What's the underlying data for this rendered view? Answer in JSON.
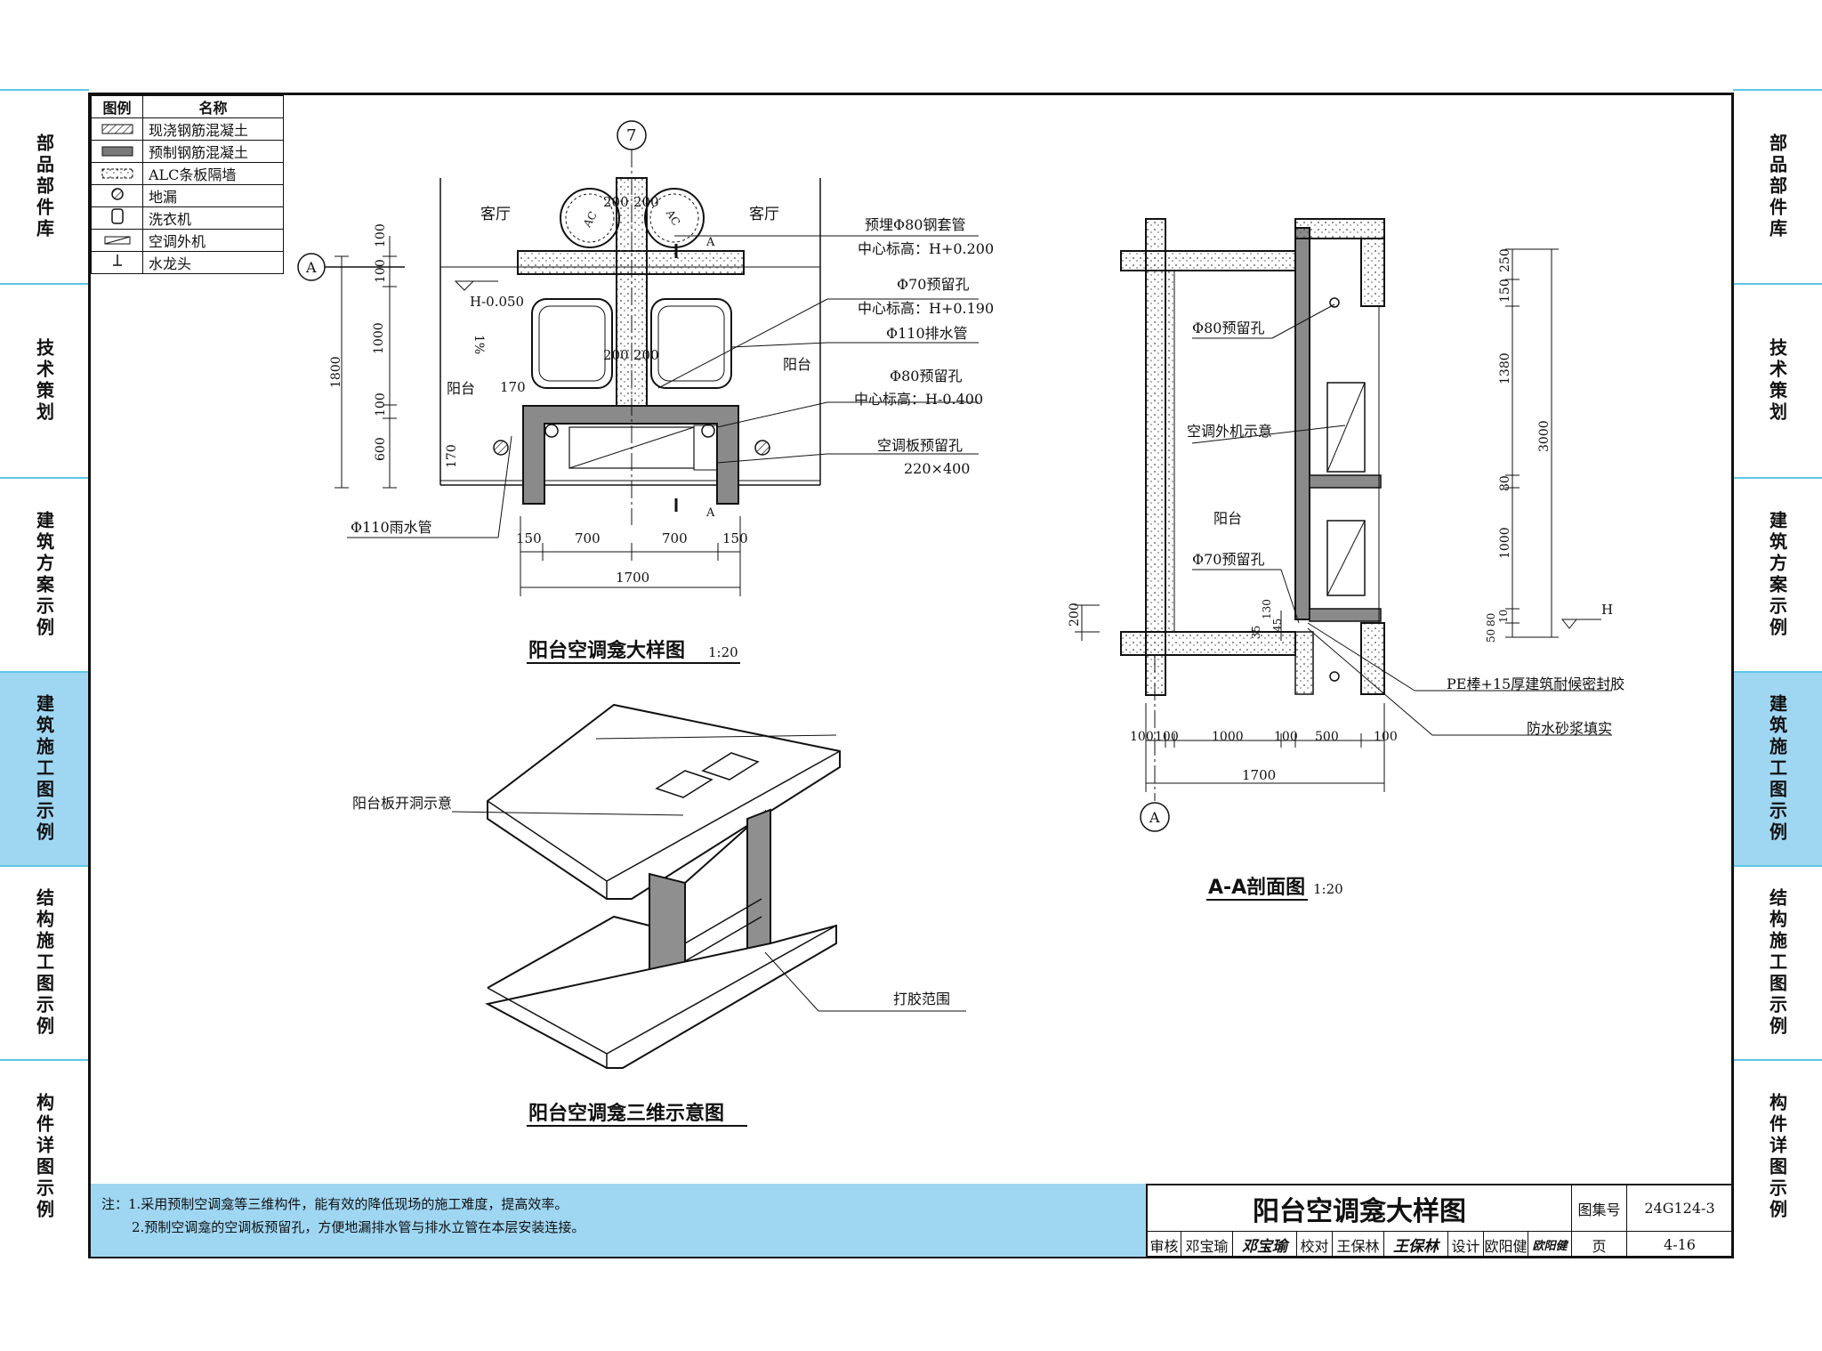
{
  "sidebar": {
    "tabs": [
      {
        "label": "部品部件库",
        "active": false
      },
      {
        "label": "技术策划",
        "active": false
      },
      {
        "label": "建筑方案示例",
        "active": false
      },
      {
        "label": "建筑施工图示例",
        "active": true
      },
      {
        "label": "结构施工图示例",
        "active": false
      },
      {
        "label": "构件详图示例",
        "active": false
      }
    ],
    "accent": "#9fd7f3",
    "divider": "#5ec6e6"
  },
  "legend": {
    "header_symbol": "图例",
    "header_name": "名称",
    "items": [
      {
        "icon": "hatch-cast-concrete-icon",
        "label": "现浇钢筋混凝土"
      },
      {
        "icon": "hatch-precast-concrete-icon",
        "label": "预制钢筋混凝土"
      },
      {
        "icon": "alc-wall-icon",
        "label": "ALC条板隔墙"
      },
      {
        "icon": "floor-drain-icon",
        "label": "地漏"
      },
      {
        "icon": "washing-machine-icon",
        "label": "洗衣机"
      },
      {
        "icon": "ac-unit-icon",
        "label": "空调外机"
      },
      {
        "icon": "faucet-icon",
        "label": "水龙头"
      }
    ]
  },
  "plan": {
    "title": "阳台空调龛大样图",
    "scale": "1:20",
    "axis_label": "7",
    "section_mark": "A",
    "room_left": "客厅",
    "room_right": "客厅",
    "balcony_left": "阳台",
    "balcony_right": "阳台",
    "ac_left": "AC",
    "ac_right": "AC",
    "level_mark": "H-0.050",
    "slope": "1%",
    "dim_top": [
      "200",
      "200"
    ],
    "dim_mid": [
      "200",
      "200"
    ],
    "dim_bottom": [
      "150",
      "700",
      "700",
      "150"
    ],
    "dim_total": "1700",
    "dim_left": [
      "100",
      "100",
      "1000",
      "100",
      "600"
    ],
    "dim_left_total": "1800",
    "dim_170_a": "170",
    "dim_170_b": "170",
    "section_A_top": "A",
    "section_A_bottom": "A",
    "callouts": [
      {
        "line1": "预埋Φ80钢套管",
        "line2": "中心标高：H+0.200"
      },
      {
        "line1": "Φ70预留孔",
        "line2": "中心标高：H+0.190"
      },
      {
        "line1": "Φ110排水管",
        "line2": ""
      },
      {
        "line1": "Φ80预留孔",
        "line2": "中心标高：H-0.400"
      },
      {
        "line1": "空调板预留孔",
        "line2": "220×400"
      }
    ],
    "rain_pipe": "Φ110雨水管"
  },
  "iso": {
    "title": "阳台空调龛三维示意图",
    "label_opening": "阳台板开洞示意",
    "label_glue": "打胶范围"
  },
  "section": {
    "title": "A-A剖面图",
    "scale": "1:20",
    "label_hole80": "Φ80预留孔",
    "label_ac": "空调外机示意",
    "label_balcony": "阳台",
    "label_hole70": "Φ70预留孔",
    "label_pe": "PE棒+15厚建筑耐候密封胶",
    "label_mortar": "防水砂浆填实",
    "dim_right": [
      "250",
      "150",
      "1380",
      "80",
      "1000",
      "10",
      "80",
      "50"
    ],
    "dim_right_total": "3000",
    "dim_left": "200",
    "dim_small": [
      "35",
      "130",
      "45"
    ],
    "dim_bottom": [
      "100",
      "100",
      "1000",
      "100",
      "500",
      "100"
    ],
    "dim_total": "1700",
    "axis_label": "A",
    "level_mark": "H"
  },
  "notes": {
    "line1": "注：1.采用预制空调龛等三维构件，能有效的降低现场的施工难度，提高效率。",
    "line2": "2.预制空调龛的空调板预留孔，方便地漏排水管与排水立管在本层安装连接。"
  },
  "titleblock": {
    "title": "阳台空调龛大样图",
    "atlas_label": "图集号",
    "atlas_no": "24G124-3",
    "page_label": "页",
    "page_no": "4-16",
    "review_label": "审核",
    "review_name": "邓宝瑜",
    "review_sig": "邓宝瑜",
    "check_label": "校对",
    "check_name": "王保林",
    "check_sig": "王保林",
    "design_label": "设计",
    "design_name": "欧阳健",
    "design_sig": "欧阳健"
  }
}
